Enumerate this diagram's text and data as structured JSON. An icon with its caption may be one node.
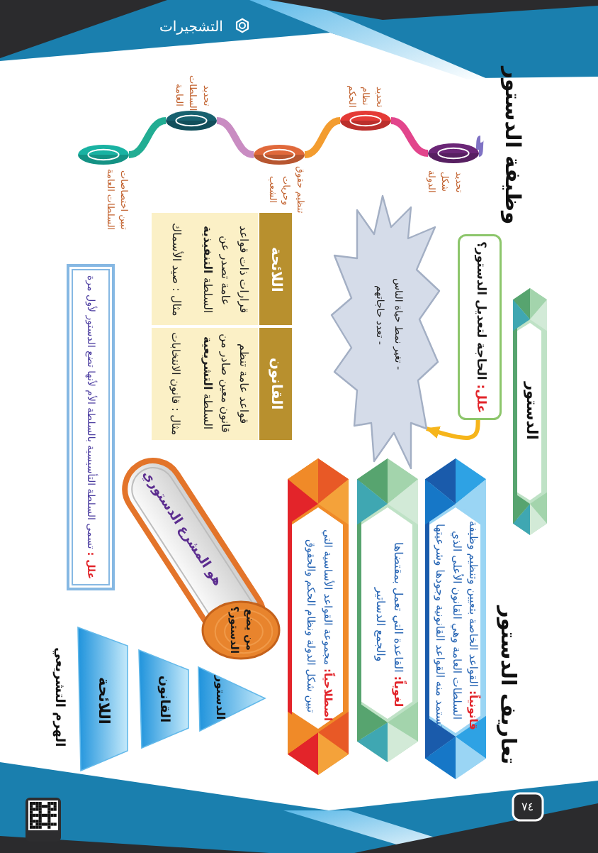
{
  "diagram": {
    "nodes": [
      {
        "text": [
          "الدستور"
        ]
      },
      {
        "text": [
          "**قانونياً:** القواعد الخاصة بتعيين وتنظيم وظيفة السلطات العامة وهي القانون الأعلى الذي تستمد منه القواعد القانونية وجودها وشرعيتها"
        ]
      },
      {
        "text": [
          "**لغوياً:** القاعدة التي تعمل بمقتضاها والجمع الدساتير"
        ]
      },
      {
        "text": [
          "**اصطلاحياً:** مجموعة القواعد الأساسية التي تبين شكل الدولة ونظام الحكم والحقوق"
        ]
      },
      {
        "text": [
          "**علل:** الحاجة لتعديل الدستور؟"
        ]
      },
      {
        "text": [
          "- تغير نمط حياة الناس",
          "- تعدد حاجاتهم"
        ]
      },
      {
        "text": [],
        "shape": "circle",
        "beside": [
          "تحديد شكل الدولة"
        ]
      },
      {
        "text": [],
        "shape": "circle",
        "beside": [
          "تحديد نظام الحكم"
        ]
      },
      {
        "text": [],
        "shape": "circle",
        "beside": [
          "تنظيم حقوق وحريات الشعب"
        ]
      },
      {
        "text": [],
        "shape": "circle",
        "beside": [
          "تحديد السلطات العامة"
        ]
      },
      {
        "text": [],
        "shape": "circle",
        "beside": [
          "تبين اختصاصات السلطات العامة"
        ]
      },
      {
        "text": [
          "**علل :** تسمى السلطة التأسيسية بالسلطة الأم لأنها تضع الدستور لأول مرة"
        ]
      },
      {
        "text": [
          "من يضع الدستور؟",
          "هو المشرع الدستوري"
        ]
      },
      {
        "text": [
          "الدستور"
        ]
      },
      {
        "text": [
          "القانون"
        ]
      },
      {
        "text": [
          "اللائحة"
        ]
      }
    ],
    "edges": [
      {
        "from": 4,
        "to": 5,
        "arrow": "to",
        "color": "#f6b51b"
      },
      {
        "from": null,
        "to": 6,
        "arrow": "none",
        "color": "#7f72c4"
      },
      {
        "from": 6,
        "to": 7,
        "arrow": "none",
        "color": "#e2458c"
      },
      {
        "from": 7,
        "to": 8,
        "arrow": "none",
        "color": "#f39c2f"
      },
      {
        "from": 8,
        "to": 9,
        "arrow": "none",
        "color": "#c98cc2"
      },
      {
        "from": 9,
        "to": 10,
        "arrow": "none",
        "color": "#22ad93"
      }
    ],
    "labels": [
      "التشجيرات",
      "وظيفة الدستور",
      "اللائحة",
      "قرارات ذات قواعد عامة تصدر عن السلطة **التنفيذية**",
      "مثال : صيد الأسماك",
      "القانون",
      "قواعد عامة تنظم قانون معين صادر من السلطة **التشريعية**",
      "مثال : قانون الانتخابات",
      "تعاريف الدستور",
      "الهرم التشريعي",
      "٧٤"
    ]
  }
}
